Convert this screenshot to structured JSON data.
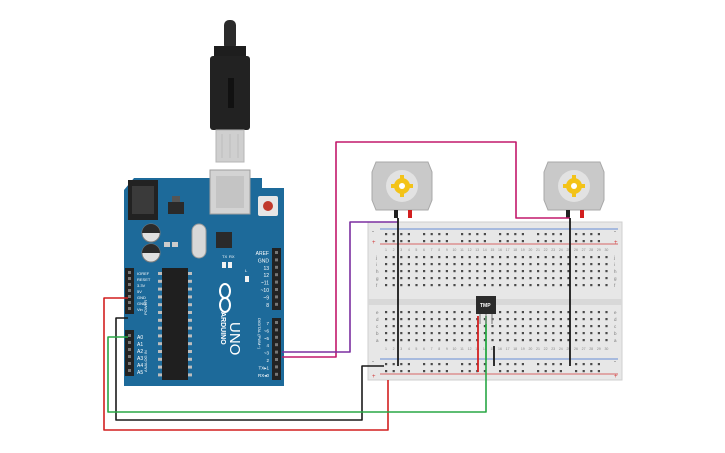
{
  "arduino": {
    "brand": "ARDUINO",
    "model": "UNO",
    "tx_label": "TX",
    "rx_label": "RX",
    "l_label": "L",
    "power_header": "POWER",
    "analog_header": "ANALOG IN",
    "digital_header": "DIGITAL (PWM~)",
    "power_pins": [
      "IOREF",
      "RESET",
      "3.3V",
      "5V",
      "GND",
      "GND",
      "Vin"
    ],
    "analog_pins": [
      "A0",
      "A1",
      "A2",
      "A3",
      "A4",
      "A5"
    ],
    "digital_top_pins": [
      "AREF",
      "GND",
      "13",
      "12",
      "~11",
      "~10",
      "~9",
      "8"
    ],
    "digital_bottom_pins": [
      "7",
      "~6",
      "~5",
      "4",
      "~3",
      "2",
      "TX▸1",
      "RX◂0"
    ]
  },
  "sensor": {
    "label": "TMP"
  },
  "breadboard": {
    "row_letters_top": [
      "j",
      "i",
      "h",
      "g",
      "f"
    ],
    "row_letters_bottom": [
      "e",
      "d",
      "c",
      "b",
      "a"
    ],
    "columns": 30,
    "plus_sign": "+",
    "minus_sign": "-"
  },
  "motors": [
    {
      "id": "motor-left"
    },
    {
      "id": "motor-right"
    }
  ],
  "colors": {
    "board": "#1d6a9a",
    "wire_red": "#d21f1f",
    "wire_black": "#1a1a1a",
    "wire_green": "#28a745",
    "wire_magenta": "#c2186b",
    "wire_purple": "#7b2fa0",
    "gear": "#f3c318"
  }
}
